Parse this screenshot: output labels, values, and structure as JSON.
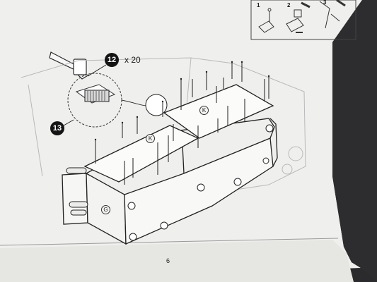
{
  "instruction_sheet": {
    "inset_steps": [
      "1",
      "2",
      "3"
    ],
    "callouts": {
      "part_a": "12",
      "part_b": "13"
    },
    "quantity": "x 20",
    "part_labels": {
      "board_k_front": "K",
      "board_k_back": "K",
      "board_g": "G"
    },
    "page_number": "6"
  },
  "colors": {
    "paper": "#f1f1ef",
    "line": "#2a2a2a",
    "shadow_bg": "#2b2b2d"
  }
}
